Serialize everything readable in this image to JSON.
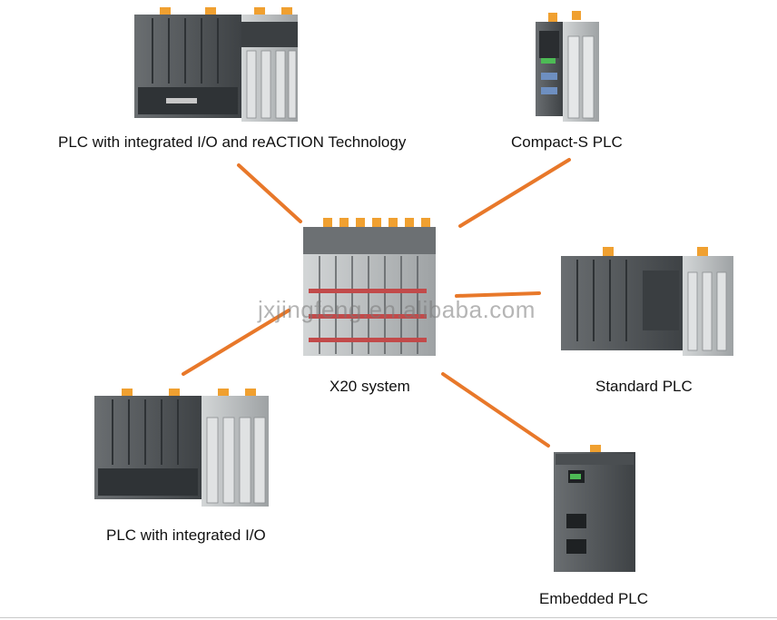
{
  "diagram": {
    "center": {
      "label": "X20 system"
    },
    "nodes": [
      {
        "id": "plc-io-reaction",
        "label": "PLC with integrated I/O and reACTION Technology"
      },
      {
        "id": "compact-s",
        "label": "Compact-S PLC"
      },
      {
        "id": "standard",
        "label": "Standard PLC"
      },
      {
        "id": "embedded",
        "label": "Embedded PLC"
      },
      {
        "id": "plc-io",
        "label": "PLC with integrated I/O"
      }
    ],
    "watermark": "jxjingfeng.en.alibaba.com",
    "colors": {
      "connector": "#e8782a",
      "module_dark": "#55595c",
      "module_light": "#b9bcbd",
      "latch": "#f0a030"
    }
  }
}
